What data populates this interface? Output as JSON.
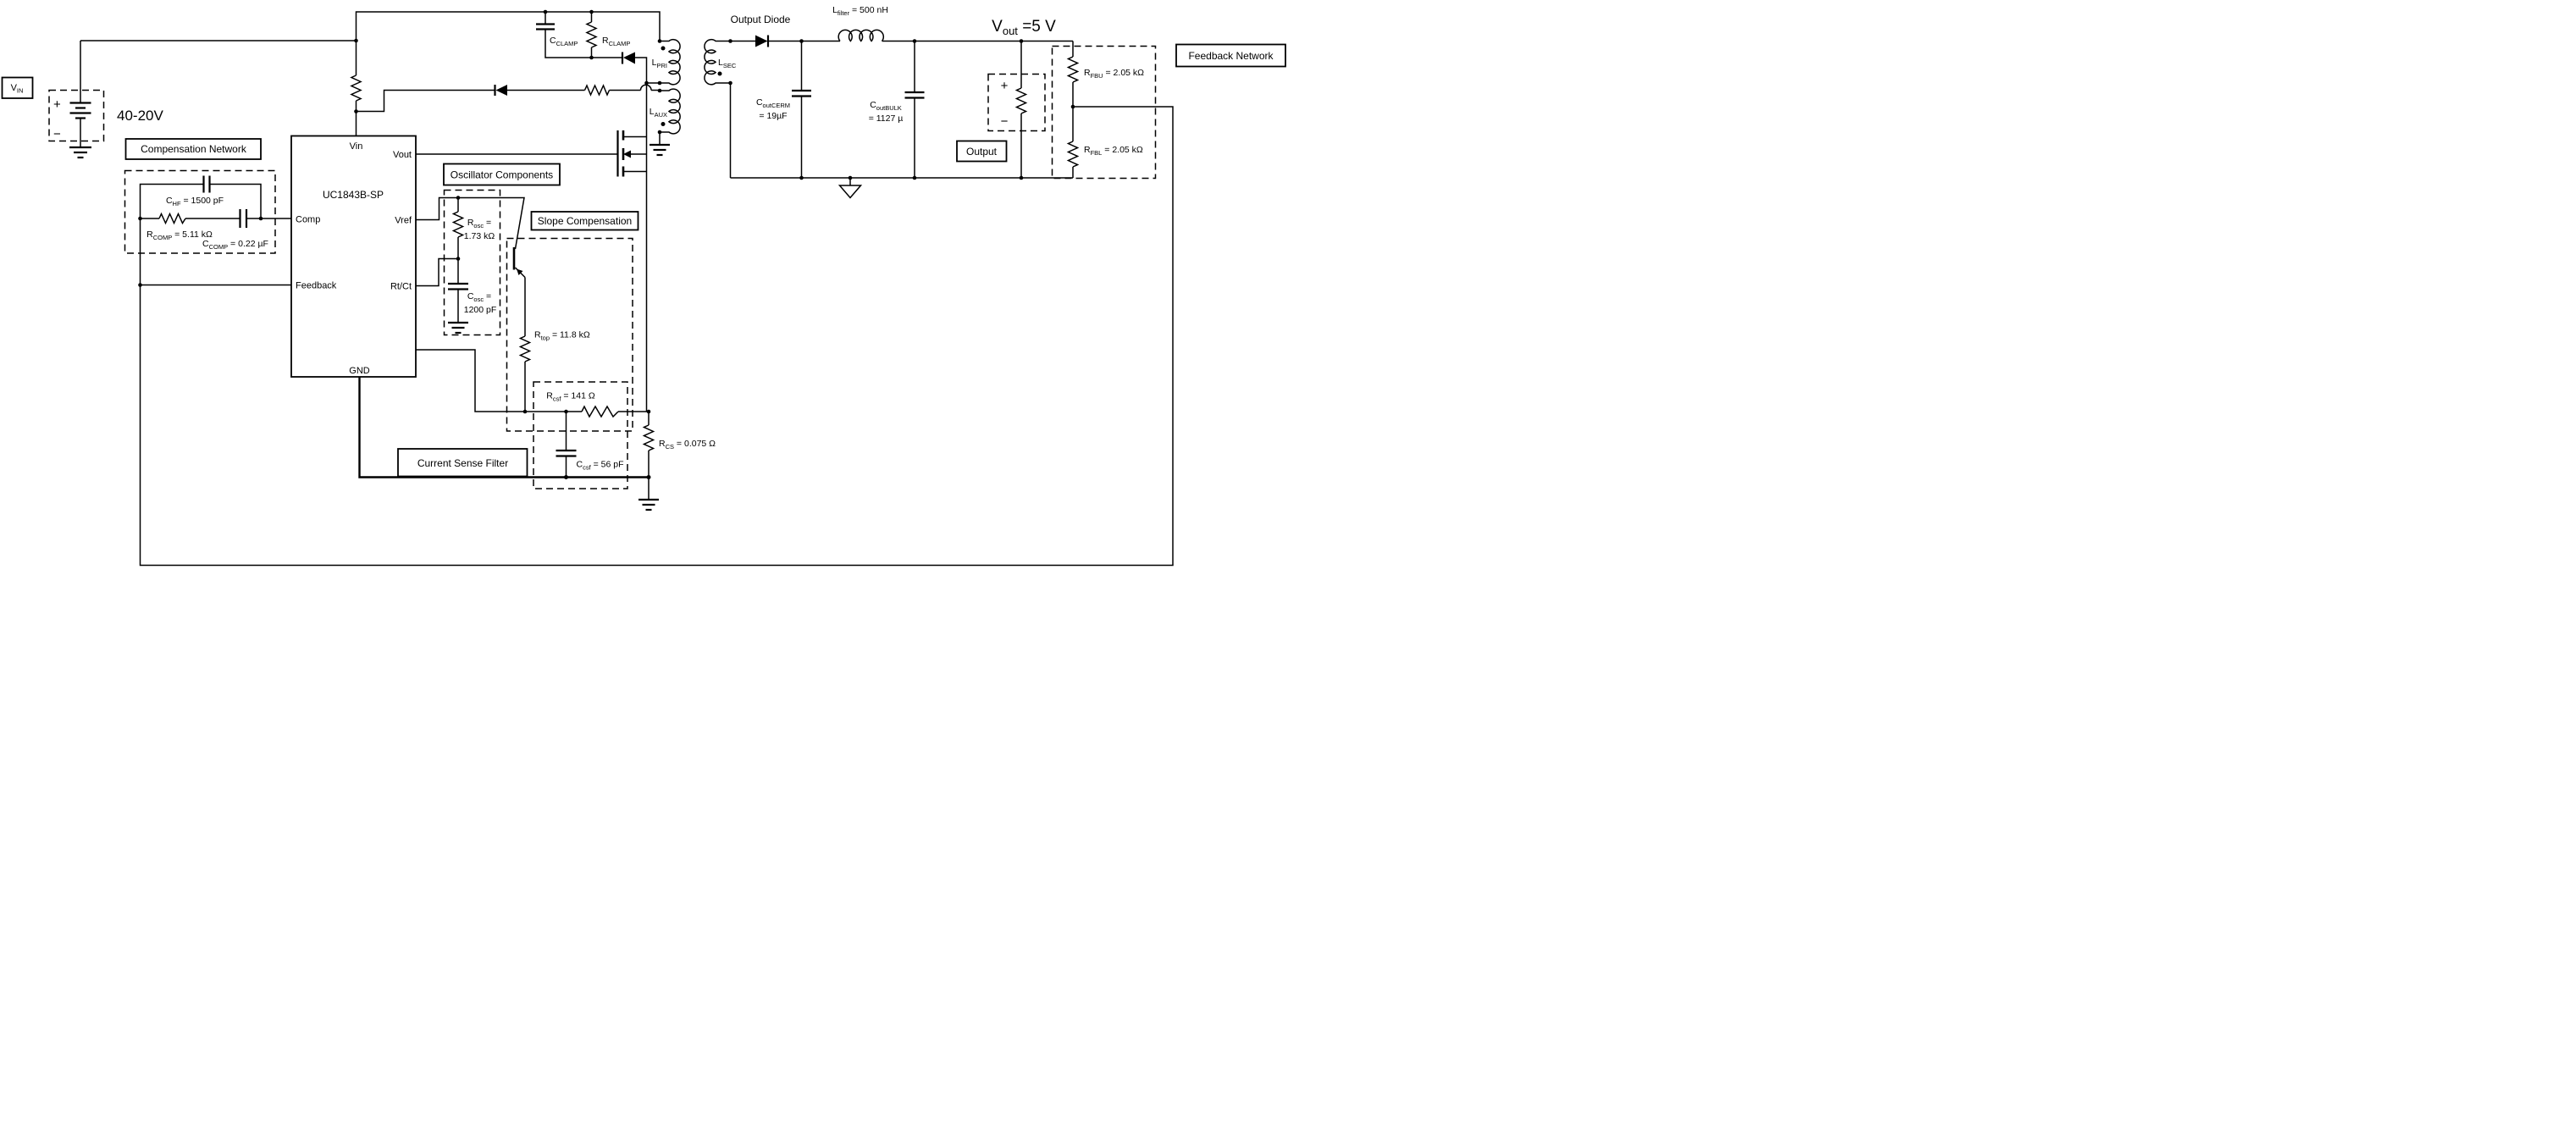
{
  "input": {
    "vin_badge": {
      "base": "V",
      "sub": "IN"
    },
    "range": "40-20V"
  },
  "compensation": {
    "title": "Compensation Network",
    "c_hf": {
      "base": "C",
      "sub": "HF",
      "value": " = 1500 pF"
    },
    "r_comp": {
      "base": "R",
      "sub": "COMP",
      "value": " = 5.11 kΩ"
    },
    "c_comp": {
      "base": "C",
      "sub": "COMP",
      "value": " = 0.22 µF"
    }
  },
  "ic": {
    "part": "UC1843B-SP",
    "pins": {
      "vin": "Vin",
      "vout": "Vout",
      "comp": "Comp",
      "vref": "Vref",
      "feedback": "Feedback",
      "rtct": "Rt/Ct",
      "gnd": "GND"
    }
  },
  "oscillator": {
    "title": "Oscillator Components",
    "r_osc": {
      "base": "R",
      "sub": "osc",
      "eq": " =",
      "value": "1.73 kΩ"
    },
    "c_osc": {
      "base": "C",
      "sub": "osc",
      "eq": " =",
      "value": "1200 pF"
    }
  },
  "slope": {
    "title": "Slope Compensation",
    "r_top": {
      "base": "R",
      "sub": "top",
      "value": " = 11.8 kΩ"
    }
  },
  "current_sense": {
    "title": "Current Sense Filter",
    "r_csf": {
      "base": "R",
      "sub": "csf",
      "value": " = 141 Ω"
    },
    "c_csf": {
      "base": "C",
      "sub": "csf",
      "value": " = 56 pF"
    },
    "r_cs": {
      "base": "R",
      "sub": "CS",
      "value": " = 0.075 Ω"
    }
  },
  "clamp": {
    "c_clamp": {
      "base": "C",
      "sub": "CLAMP"
    },
    "r_clamp": {
      "base": "R",
      "sub": "CLAMP"
    }
  },
  "transformer": {
    "l_pri": {
      "base": "L",
      "sub": "PRI"
    },
    "l_sec": {
      "base": "L",
      "sub": "SEC"
    },
    "l_aux": {
      "base": "L",
      "sub": "AUX"
    }
  },
  "output": {
    "diode_label": "Output Diode",
    "l_filter": {
      "base": "L",
      "sub": "filter",
      "value": " = 500 nH"
    },
    "c_outcerm": {
      "base": "C",
      "sub": "outCERM",
      "value": "= 19µF"
    },
    "c_outbulk": {
      "base": "C",
      "sub": "outBULK",
      "value": "= 1127 µ"
    },
    "vout": {
      "base": "V",
      "sub": "out",
      "value": " =5 V"
    },
    "box_label": "Output"
  },
  "feedback": {
    "title": "Feedback Network",
    "r_fbu": {
      "base": "R",
      "sub": "FBU",
      "value": " = 2.05 kΩ"
    },
    "r_fbl": {
      "base": "R",
      "sub": "FBL",
      "value": " = 2.05 kΩ"
    }
  }
}
